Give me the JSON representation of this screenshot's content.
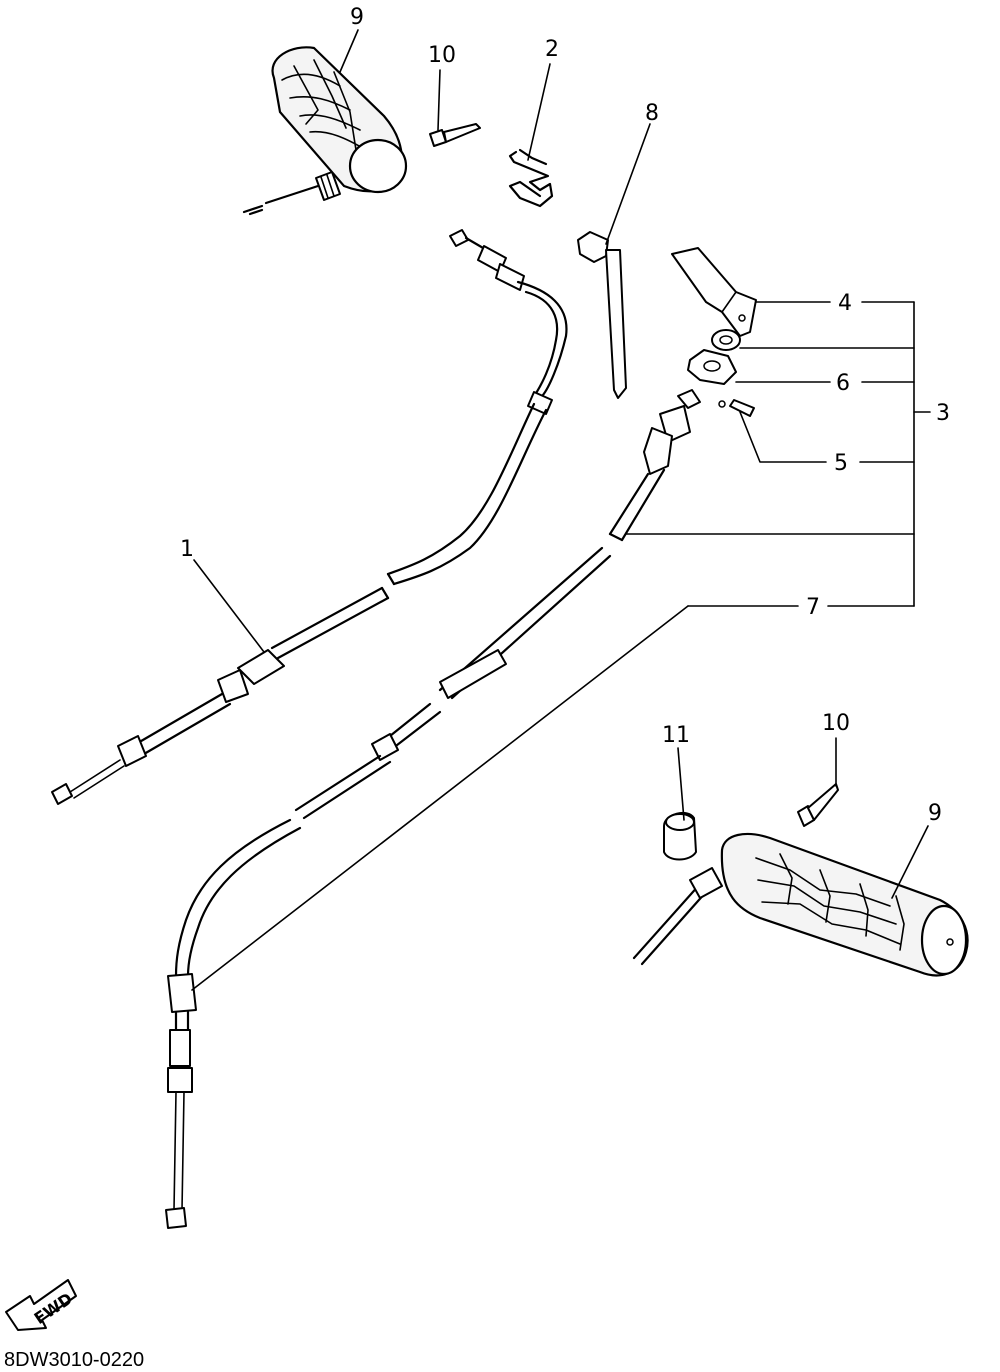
{
  "diagram": {
    "callouts": {
      "grip_left": "9",
      "end_left": "10",
      "clip": "2",
      "band": "8",
      "holder": "4",
      "assembly": "3",
      "nut": "6",
      "pin": "5",
      "cable": "1",
      "cable_throttle": "7",
      "collar": "11",
      "end_right": "10",
      "grip_right": "9"
    },
    "fwd_label": "FWD",
    "diagram_code": "8DW3010-0220"
  }
}
